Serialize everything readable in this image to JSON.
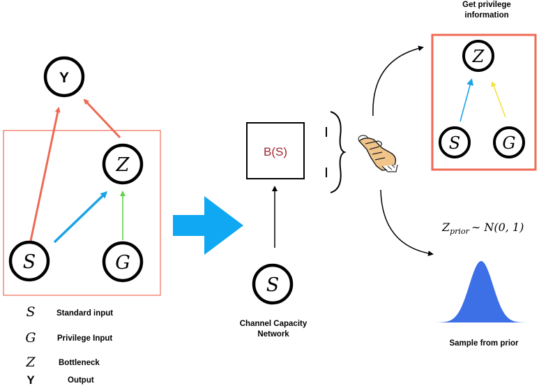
{
  "nodes": {
    "y": "Y",
    "z_left": "Z",
    "s_left": "S",
    "g_left": "G",
    "s_mid": "S",
    "z_right": "Z",
    "s_right": "S",
    "g_right": "G"
  },
  "bottleneck_box": {
    "label": "B(S)",
    "color": "#a0282f"
  },
  "channel_label": {
    "line1": "Channel Capacity",
    "line2": "Network"
  },
  "privilege_label": {
    "line1": "Get privilege",
    "line2": "information"
  },
  "prior_label": "Sample from prior",
  "prior_formula": {
    "lhs": "Z",
    "sub": "prior",
    "rest": "∼ N(0, 1)"
  },
  "legend": [
    {
      "symbol": "S",
      "text": "Standard input"
    },
    {
      "symbol": "G",
      "text": "Privilege Input"
    },
    {
      "symbol": "Z",
      "text": "Bottleneck"
    },
    {
      "symbol": "Y",
      "text": "Output"
    }
  ],
  "colors": {
    "red_arrow": "#ee6a55",
    "blue_arrow": "#1aa3e6",
    "green_arrow": "#62d14a",
    "yellow_arrow": "#f2e23a",
    "big_arrow": "#10a8f2",
    "box_border": "#ee6a55",
    "gaussian": "#3d6fe6"
  },
  "icons": {
    "pointing_hand": "pointing-hand-icon"
  }
}
